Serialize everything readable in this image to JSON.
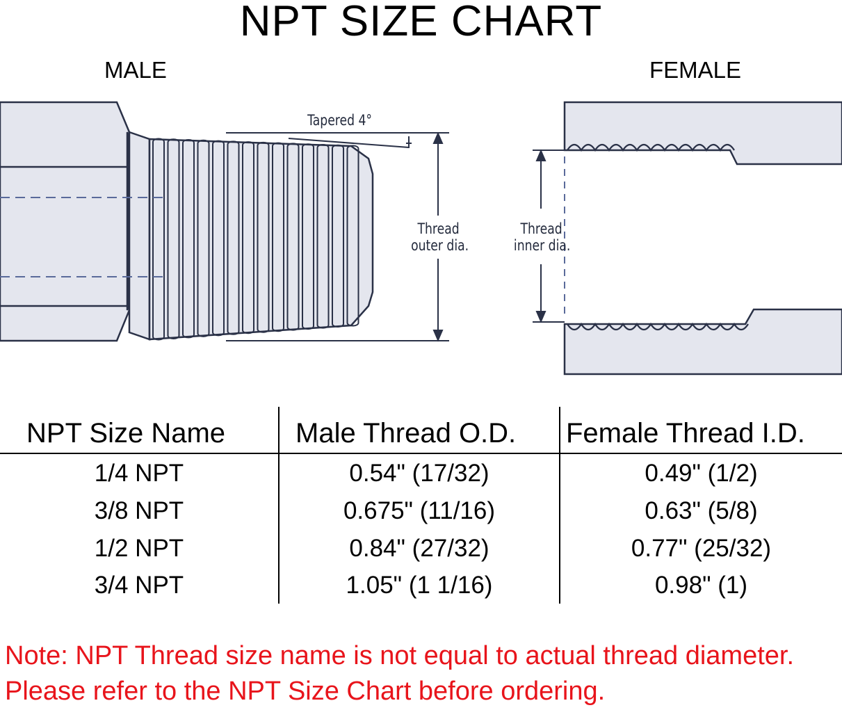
{
  "title": "NPT SIZE CHART",
  "labels": {
    "male": "MALE",
    "female": "FEMALE",
    "tapered": "Tapered 4°",
    "thread_outer_line1": "Thread",
    "thread_outer_line2": "outer dia.",
    "thread_inner_line1": "Thread",
    "thread_inner_line2": "inner dia."
  },
  "table": {
    "headers": [
      "NPT Size Name",
      "Male Thread O.D.",
      "Female Thread I.D."
    ],
    "rows": [
      [
        "1/4 NPT",
        "0.54\" (17/32)",
        "0.49\" (1/2)"
      ],
      [
        "3/8 NPT",
        "0.675\" (11/16)",
        "0.63\" (5/8)"
      ],
      [
        "1/2 NPT",
        "0.84\" (27/32)",
        "0.77\" (25/32)"
      ],
      [
        "3/4 NPT",
        "1.05\" (1 1/16)",
        "0.98\" (1)"
      ]
    ]
  },
  "note": "Note: NPT Thread size name is not equal to actual thread diameter. Please refer to the NPT Size Chart before ordering.",
  "colors": {
    "fitting_fill": "#e4e6ee",
    "outline": "#2a3147",
    "note_text": "#e8141b"
  }
}
